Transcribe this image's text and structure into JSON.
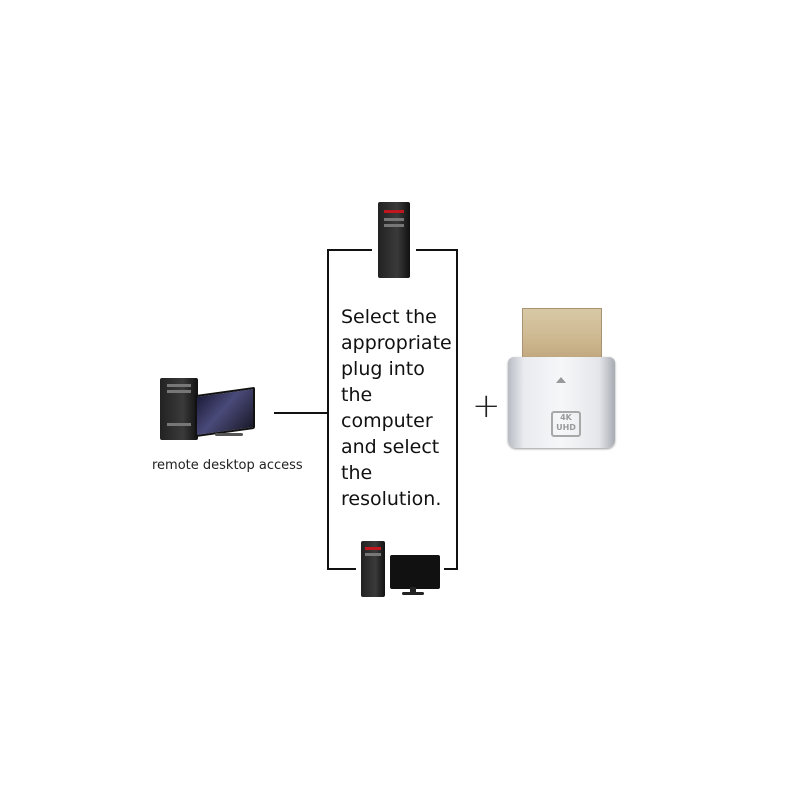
{
  "instruction_lines": [
    "Select the",
    "appropriate",
    "plug into",
    "the",
    "computer",
    "and select",
    "the",
    "resolution."
  ],
  "caption": "remote desktop access",
  "plus_symbol": "+",
  "dongle": {
    "badge_top": "4K",
    "badge_bottom": "UHD"
  }
}
